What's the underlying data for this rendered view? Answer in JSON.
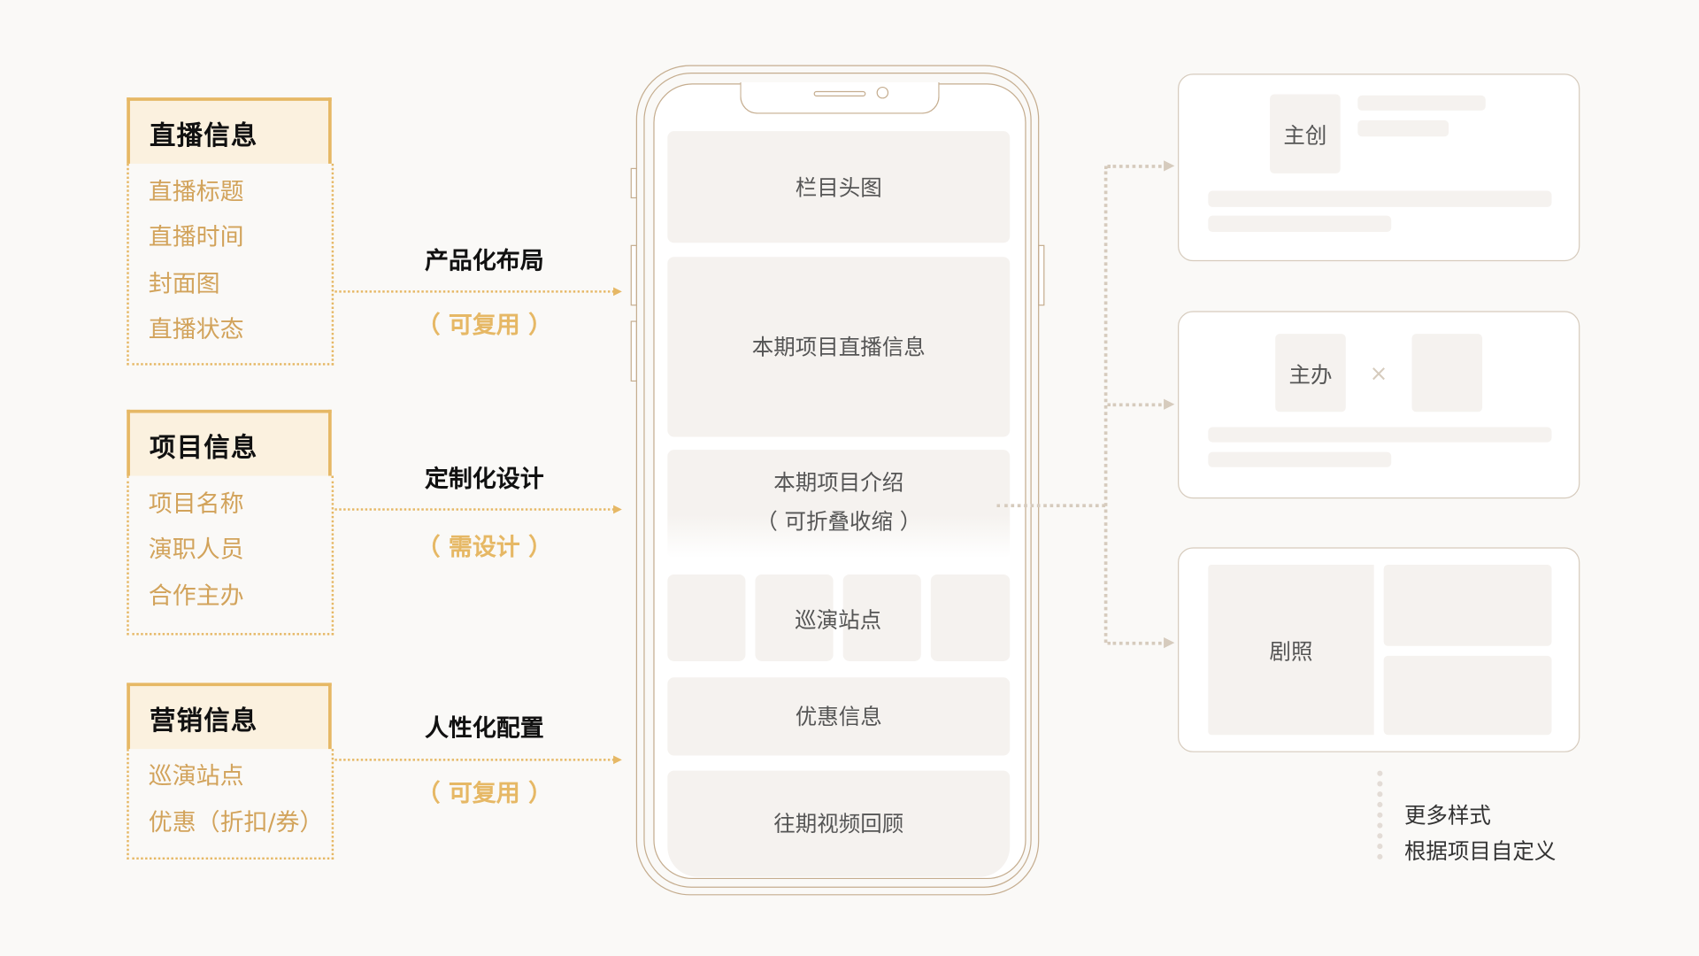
{
  "groups": [
    {
      "title": "直播信息",
      "items": [
        "直播标题",
        "直播时间",
        "封面图",
        "直播状态"
      ]
    },
    {
      "title": "项目信息",
      "items": [
        "项目名称",
        "演职人员",
        "合作主办"
      ]
    },
    {
      "title": "营销信息",
      "items": [
        "巡演站点",
        "优惠（折扣/券）"
      ]
    }
  ],
  "connectors": [
    {
      "title": "产品化布局",
      "sub": "（ 可复用 ）"
    },
    {
      "title": "定制化设计",
      "sub": "（ 需设计 ）"
    },
    {
      "title": "人性化配置",
      "sub": "（ 可复用 ）"
    }
  ],
  "phone": {
    "blocks": [
      "栏目头图",
      "本期项目直播信息",
      "本期项目介绍",
      "（ 可折叠收缩 ）",
      "巡演站点",
      "优惠信息",
      "往期视频回顾"
    ]
  },
  "cards": {
    "creator_label": "主创",
    "host_label": "主办",
    "times": "×",
    "stills_label": "剧照"
  },
  "more": {
    "line1": "更多样式",
    "line2": "根据项目自定义"
  },
  "colors": {
    "accent": "#e6b865",
    "header_fill": "#fbf1df",
    "item_text": "#d2a35b",
    "line": "#c5ad8f",
    "placeholder": "#f5f2ef"
  }
}
